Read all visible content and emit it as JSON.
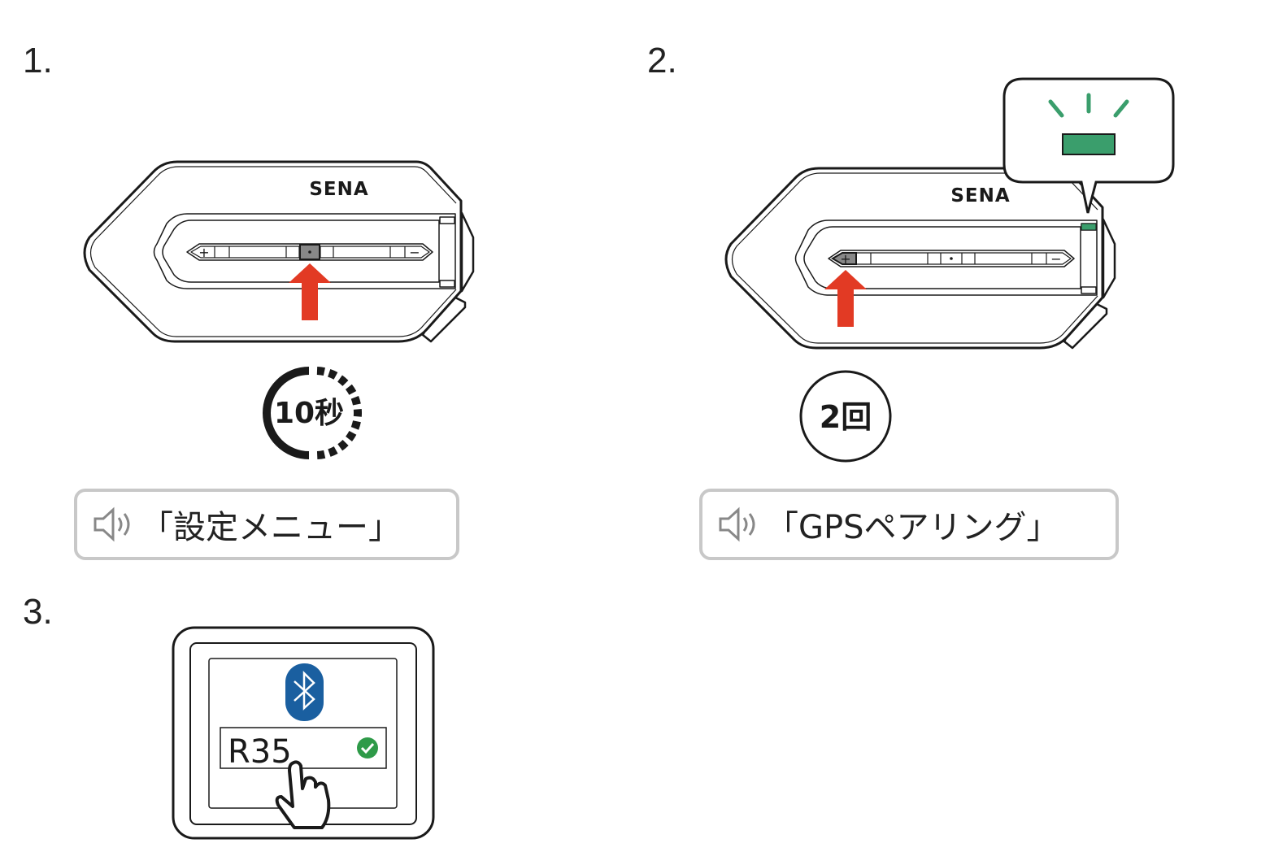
{
  "steps": [
    {
      "number": "1.",
      "timer_label": "10秒",
      "voice_prompt": "「設定メニュー」",
      "pressed_button": "center"
    },
    {
      "number": "2.",
      "count_label": "2回",
      "voice_prompt": "「GPSペアリング」",
      "pressed_button": "plus",
      "led_color": "#3a9e6c"
    },
    {
      "number": "3.",
      "device_name": "R35"
    }
  ],
  "device": {
    "brand": "SENA",
    "plus_symbol": "+",
    "minus_symbol": "−",
    "center_symbol": "·"
  },
  "colors": {
    "arrow": "#e23a24",
    "bluetooth": "#1a5fa0",
    "check": "#2e9a48",
    "led": "#3a9e6c",
    "voice_border": "#c8c8c8"
  }
}
